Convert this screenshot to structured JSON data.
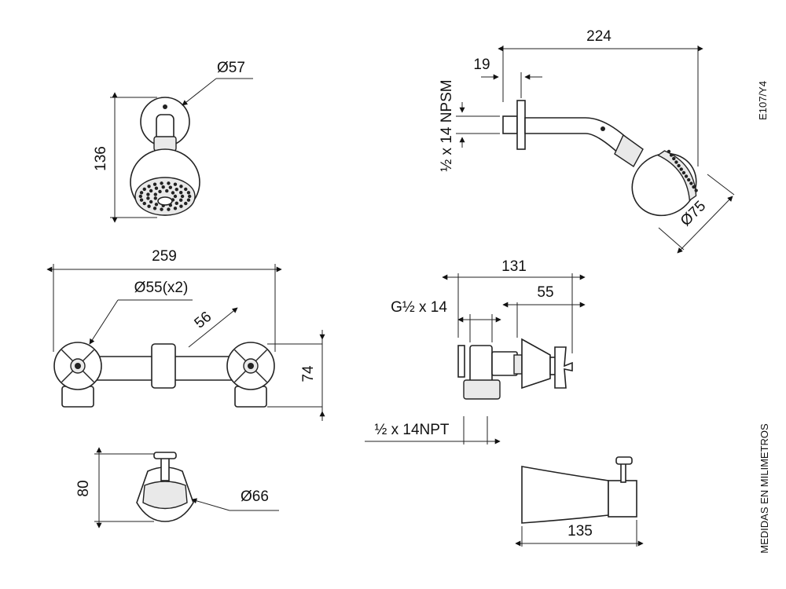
{
  "drawing_code": "E107/Y4",
  "units_note": "MEDIDAS EN MILIMETROS",
  "shower_head_front": {
    "diameter": "Ø57",
    "height": "136"
  },
  "shower_head_side": {
    "length": "224",
    "offset": "19",
    "thread": "½ x 14 NPSM",
    "head_diameter": "Ø75"
  },
  "mixer_front": {
    "width": "259",
    "knob_diameter": "Ø55(x2)",
    "spacing": "56",
    "height": "74"
  },
  "mixer_side": {
    "depth": "131",
    "knob_depth": "55",
    "inlet_thread": "G½ x 14",
    "outlet_thread": "½ x 14NPT"
  },
  "spout_front": {
    "height": "80",
    "diameter": "Ø66"
  },
  "spout_side": {
    "length": "135"
  }
}
